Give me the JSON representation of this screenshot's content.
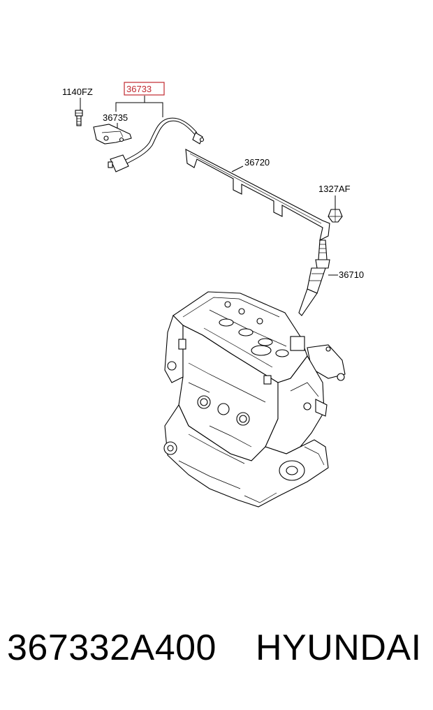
{
  "callouts": {
    "bolt": "1140FZ",
    "harness": "36733",
    "bracket": "36735",
    "bus_bar": "36720",
    "nut": "1327AF",
    "glow_plug": "36710"
  },
  "highlight_color": "#c0282f",
  "footer": {
    "part_number": "367332A400",
    "brand": "HYUNDAI"
  }
}
